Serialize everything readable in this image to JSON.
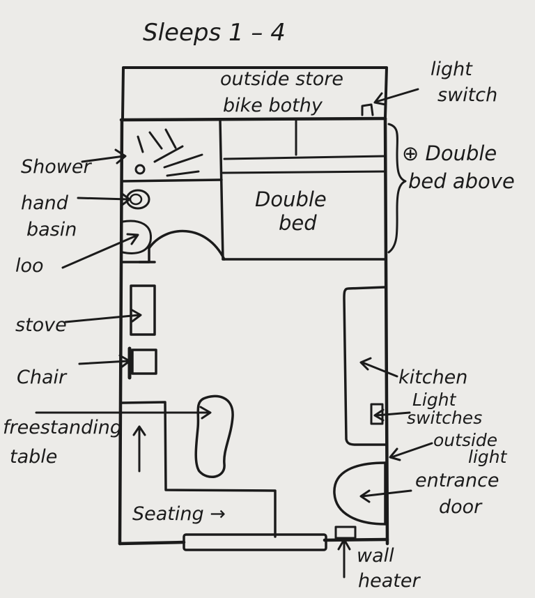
{
  "title": "Sleeps 1 – 4",
  "labels": {
    "outside_store_1": "outside store",
    "outside_store_2": "bike bothy",
    "light_switch_1": "light",
    "light_switch_2": "switch",
    "double_bed_above_1": "⊕ Double",
    "double_bed_above_2": "bed above",
    "double_bed_1": "Double",
    "double_bed_2": "bed",
    "shower": "Shower",
    "hand_basin_1": "hand",
    "hand_basin_2": "basin",
    "loo": "loo",
    "stove": "stove",
    "chair": "Chair",
    "freestanding_1": "freestanding",
    "freestanding_2": "table",
    "seating": "Seating →",
    "kitchen": "kitchen",
    "light_switches_1": "Light",
    "light_switches_2": "switches",
    "outside_light_1": "outside",
    "outside_light_2": "light",
    "entrance_1": "entrance",
    "entrance_2": "door",
    "wall_heater_1": "wall",
    "wall_heater_2": "heater"
  }
}
